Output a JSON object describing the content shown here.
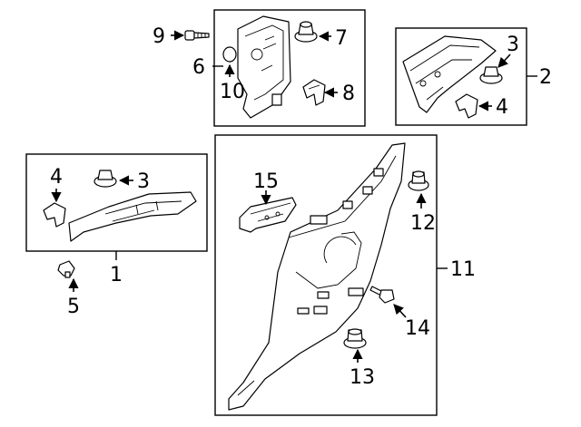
{
  "diagram": {
    "callouts": {
      "c1": "1",
      "c2": "2",
      "c3a": "3",
      "c3b": "3",
      "c4a": "4",
      "c4b": "4",
      "c5": "5",
      "c6": "6",
      "c7": "7",
      "c8": "8",
      "c9": "9",
      "c10": "10",
      "c11": "11",
      "c12": "12",
      "c13": "13",
      "c14": "14",
      "c15": "15"
    },
    "colors": {
      "line": "#000000",
      "background": "#ffffff"
    }
  }
}
